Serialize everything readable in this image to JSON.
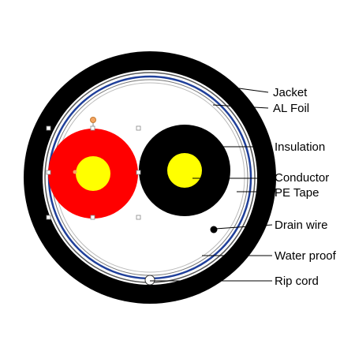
{
  "labels": {
    "jacket": "Jacket",
    "al_foil": "AL Foil",
    "insulation": "Insulation",
    "conductor": "Conductor",
    "pe_tape": "PE Tape",
    "drain_wire": "Drain wire",
    "water_proof": "Water proof",
    "rip_cord": "Rip cord"
  },
  "colors": {
    "jacket": "#000000",
    "al_foil": "#1f3f9a",
    "insulation_left": "#ff0000",
    "insulation_right": "#000000",
    "conductor": "#ffff00",
    "handle": "#f4a460"
  }
}
